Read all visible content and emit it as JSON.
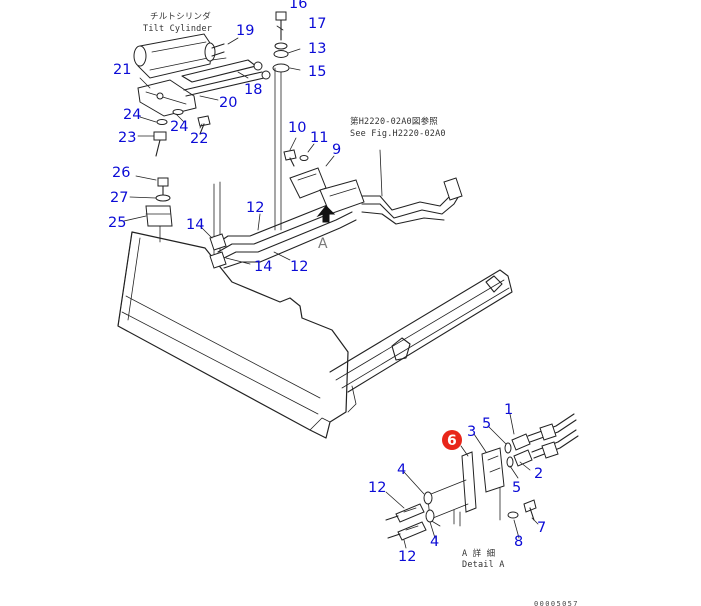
{
  "diagram": {
    "part_numbers": [
      "16",
      "17",
      "19",
      "13",
      "15",
      "18",
      "20",
      "21",
      "24",
      "22",
      "23",
      "10",
      "11",
      "9",
      "26",
      "27",
      "25",
      "14",
      "12",
      "1",
      "2",
      "3",
      "4",
      "5",
      "6",
      "7",
      "8"
    ],
    "notes": {
      "tilt_cylinder_jp": "チルトシリンダ",
      "tilt_cylinder_en": "Tilt Cylinder",
      "ref_jp": "第H2220-02A0図参照",
      "ref_en": "See Fig.H2220-02A0",
      "view_letter": "A",
      "detail_jp": "A 詳 細",
      "detail_en": "Detail A"
    },
    "highlight": {
      "part": "6",
      "color": "#e8261a"
    },
    "drawing_number": "00005057"
  }
}
